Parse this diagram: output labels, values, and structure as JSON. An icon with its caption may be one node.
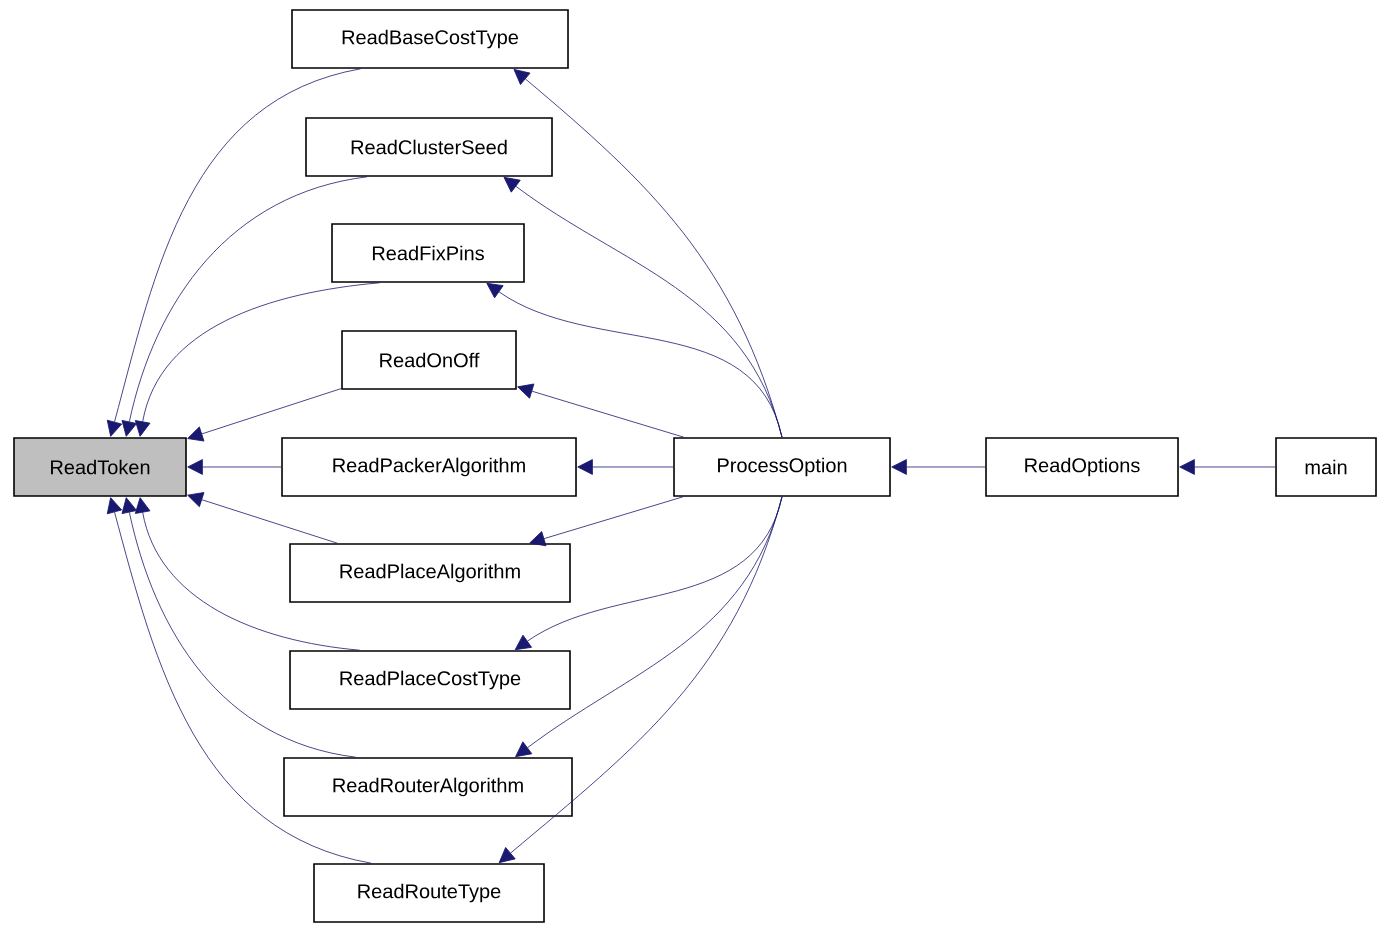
{
  "diagram": {
    "nodes": [
      {
        "text": [
          "ReadToken"
        ]
      },
      {
        "text": [
          "ReadBaseCostType"
        ]
      },
      {
        "text": [
          "ReadClusterSeed"
        ]
      },
      {
        "text": [
          "ReadFixPins"
        ]
      },
      {
        "text": [
          "ReadOnOff"
        ]
      },
      {
        "text": [
          "ReadPackerAlgorithm"
        ]
      },
      {
        "text": [
          "ReadPlaceAlgorithm"
        ]
      },
      {
        "text": [
          "ReadPlaceCostType"
        ]
      },
      {
        "text": [
          "ReadRouterAlgorithm"
        ]
      },
      {
        "text": [
          "ReadRouteType"
        ]
      },
      {
        "text": [
          "ProcessOption"
        ]
      },
      {
        "text": [
          "ReadOptions"
        ]
      },
      {
        "text": [
          "main"
        ]
      }
    ],
    "edges": [
      {
        "from": 1,
        "to": 0,
        "arrow": "to"
      },
      {
        "from": 2,
        "to": 0,
        "arrow": "to"
      },
      {
        "from": 3,
        "to": 0,
        "arrow": "to"
      },
      {
        "from": 4,
        "to": 0,
        "arrow": "to"
      },
      {
        "from": 5,
        "to": 0,
        "arrow": "to"
      },
      {
        "from": 6,
        "to": 0,
        "arrow": "to"
      },
      {
        "from": 7,
        "to": 0,
        "arrow": "to"
      },
      {
        "from": 8,
        "to": 0,
        "arrow": "to"
      },
      {
        "from": 9,
        "to": 0,
        "arrow": "to"
      },
      {
        "from": 10,
        "to": 1,
        "arrow": "to"
      },
      {
        "from": 10,
        "to": 2,
        "arrow": "to"
      },
      {
        "from": 10,
        "to": 3,
        "arrow": "to"
      },
      {
        "from": 10,
        "to": 4,
        "arrow": "to"
      },
      {
        "from": 10,
        "to": 5,
        "arrow": "to"
      },
      {
        "from": 10,
        "to": 6,
        "arrow": "to"
      },
      {
        "from": 10,
        "to": 7,
        "arrow": "to"
      },
      {
        "from": 10,
        "to": 8,
        "arrow": "to"
      },
      {
        "from": 10,
        "to": 9,
        "arrow": "to"
      },
      {
        "from": 11,
        "to": 10,
        "arrow": "to"
      },
      {
        "from": 12,
        "to": 11,
        "arrow": "to"
      }
    ]
  }
}
